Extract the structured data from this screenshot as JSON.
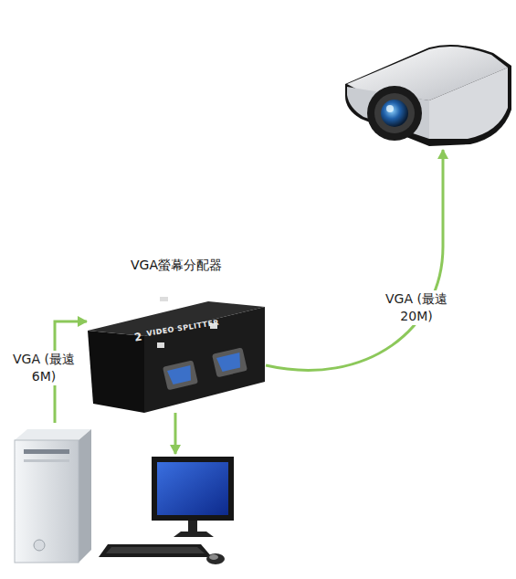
{
  "diagram": {
    "nodes": [
      {
        "text": []
      },
      {
        "text": [
          "VGA螢幕分配器"
        ]
      },
      {
        "text": []
      },
      {
        "text": []
      }
    ],
    "edges": [
      {
        "from": 2,
        "to": 1,
        "arrow": "to",
        "label": "VGA (最遠6M)"
      },
      {
        "from": 1,
        "to": 3,
        "arrow": "to"
      },
      {
        "from": 1,
        "to": 0,
        "arrow": "to",
        "label": "VGA (最遠20M)"
      }
    ],
    "labels": [
      "2",
      "VIDEO SPLITTER"
    ]
  }
}
